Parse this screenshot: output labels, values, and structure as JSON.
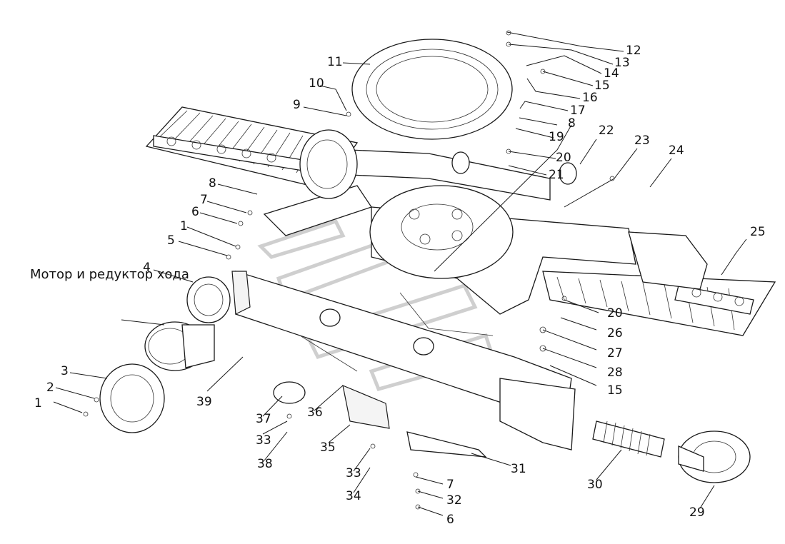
{
  "caption": "Мотор и редуктор хода",
  "callouts": {
    "c1a": "1",
    "c2a": "2",
    "c3a": "3",
    "c1b": "1",
    "c5": "5",
    "c6a": "6",
    "c7a": "7",
    "c8a": "8",
    "c4": "4",
    "c9": "9",
    "c10": "10",
    "c11": "11",
    "c12": "12",
    "c13": "13",
    "c14": "14",
    "c15a": "15",
    "c16": "16",
    "c17": "17",
    "c8b": "8",
    "c19": "19",
    "c20a": "20",
    "c21": "21",
    "c22": "22",
    "c23": "23",
    "c24": "24",
    "c25": "25",
    "c20b": "20",
    "c26": "26",
    "c27": "27",
    "c28": "28",
    "c15b": "15",
    "c39": "39",
    "c37": "37",
    "c36": "36",
    "c33a": "33",
    "c38": "38",
    "c35": "35",
    "c33b": "33",
    "c34": "34",
    "c31": "31",
    "c7b": "7",
    "c32": "32",
    "c6b": "6",
    "c30": "30",
    "c29": "29"
  }
}
